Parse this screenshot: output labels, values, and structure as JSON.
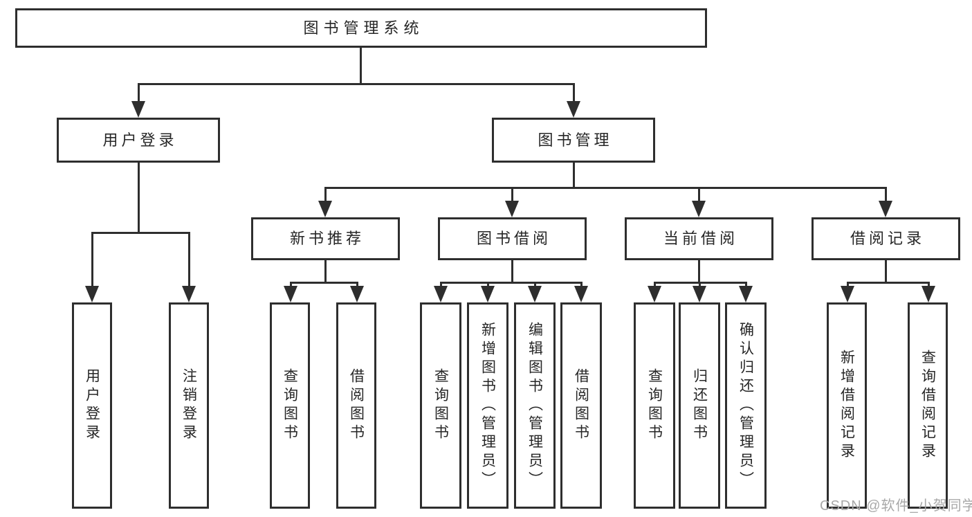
{
  "diagram": {
    "title": "图书管理系统",
    "level2": [
      {
        "label": "用户登录"
      },
      {
        "label": "图书管理"
      }
    ],
    "level3": [
      {
        "label": "新书推荐"
      },
      {
        "label": "图书借阅"
      },
      {
        "label": "当前借阅"
      },
      {
        "label": "借阅记录"
      }
    ],
    "leaves": {
      "user_login": [
        "用户登录",
        "注销登录"
      ],
      "new_book": [
        "查询图书",
        "借阅图书"
      ],
      "book_borrow": [
        "查询图书",
        "新增图书（管理员）",
        "编辑图书（管理员）",
        "借阅图书"
      ],
      "current_borrow": [
        "查询图书",
        "归还图书",
        "确认归还（管理员）"
      ],
      "borrow_records": [
        "新增借阅记录",
        "查询借阅记录"
      ]
    }
  },
  "watermark": "CSDN @软件_小贺同学",
  "colors": {
    "line": "#2e2e2e",
    "text": "#262626",
    "background": "#ffffff",
    "watermark": "#a8a8a8"
  }
}
